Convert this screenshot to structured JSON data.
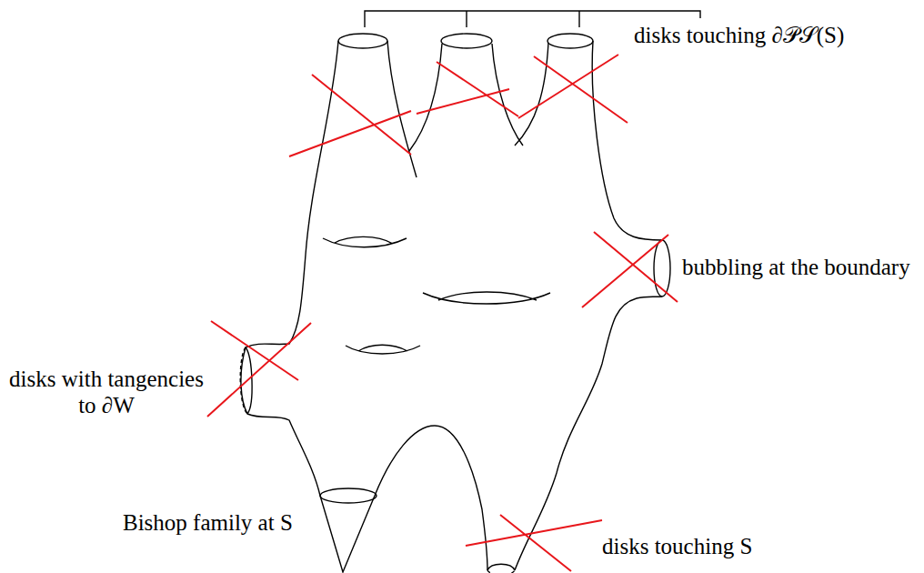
{
  "diagram": {
    "labels": [
      "disks touching ∂𝒫𝒮(S)",
      "bubbling at the boundary",
      "disks with tangencies to ∂W",
      "Bishop family at S",
      "disks touching S"
    ]
  }
}
